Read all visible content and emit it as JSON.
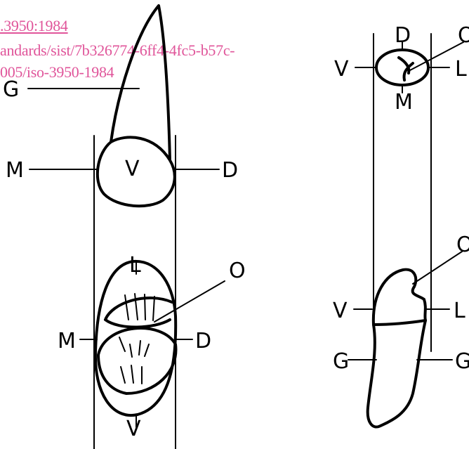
{
  "watermark": {
    "line1": ".3950:1984",
    "line2": "andards/sist/7b326774-6ff4-4fc5-b57c-",
    "line3": "005/iso-3950-1984",
    "color": "#e0559a"
  },
  "left_upper": {
    "G": "G",
    "M": "M",
    "V": "V",
    "D": "D"
  },
  "left_lower": {
    "L": "L",
    "O": "O",
    "M": "M",
    "D": "D",
    "V": "V"
  },
  "right_upper": {
    "D": "D",
    "O": "O",
    "V": "V",
    "L": "L",
    "M": "M"
  },
  "right_lower": {
    "O": "O",
    "V": "V",
    "L": "L",
    "G_left": "G",
    "G_right": "G"
  }
}
